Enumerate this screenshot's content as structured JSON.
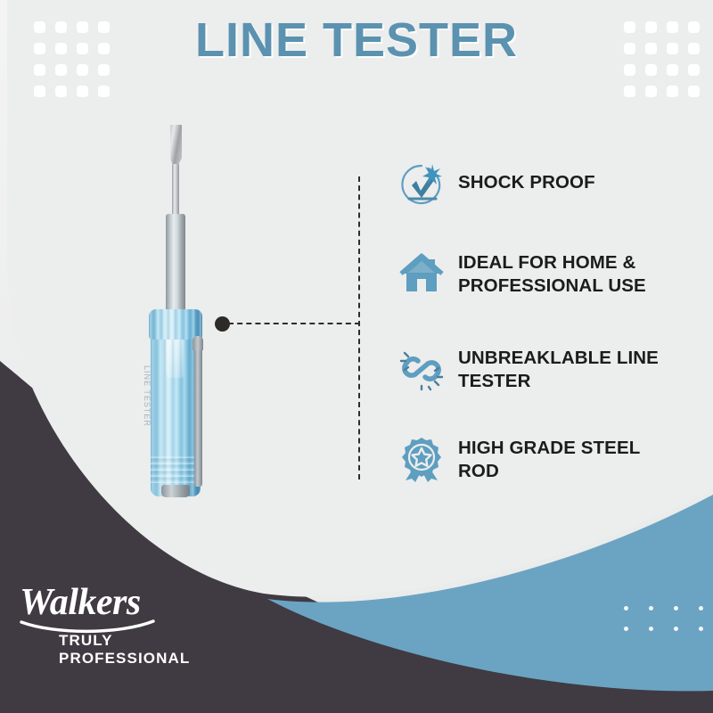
{
  "header": {
    "title": "LINE TESTER"
  },
  "product": {
    "name": "line-tester-screwdriver",
    "handle_emboss_text": "LINE TESTER",
    "colors": {
      "handle": "#7cc0de",
      "metal": "#c3cace"
    }
  },
  "connector": {
    "anchor_label": "product-callout-dot"
  },
  "features": [
    {
      "icon": "shock-proof-check-icon",
      "label": "SHOCK PROOF"
    },
    {
      "icon": "home-icon",
      "label": "IDEAL FOR HOME & PROFESSIONAL USE"
    },
    {
      "icon": "chain-link-icon",
      "label": "UNBREAKLABLE LINE TESTER"
    },
    {
      "icon": "award-badge-icon",
      "label": "HIGH GRADE STEEL ROD"
    }
  ],
  "footer": {
    "brand": "Walkers",
    "tagline": "TRULY PROFESSIONAL"
  },
  "theme": {
    "title_blue": "#5b92b0",
    "icon_blue": "#5e9ec0",
    "dark_panel": "#403a42",
    "accent_blue": "#6ba4c2",
    "background": "#eceded",
    "text_dark": "#1c1c1c"
  }
}
